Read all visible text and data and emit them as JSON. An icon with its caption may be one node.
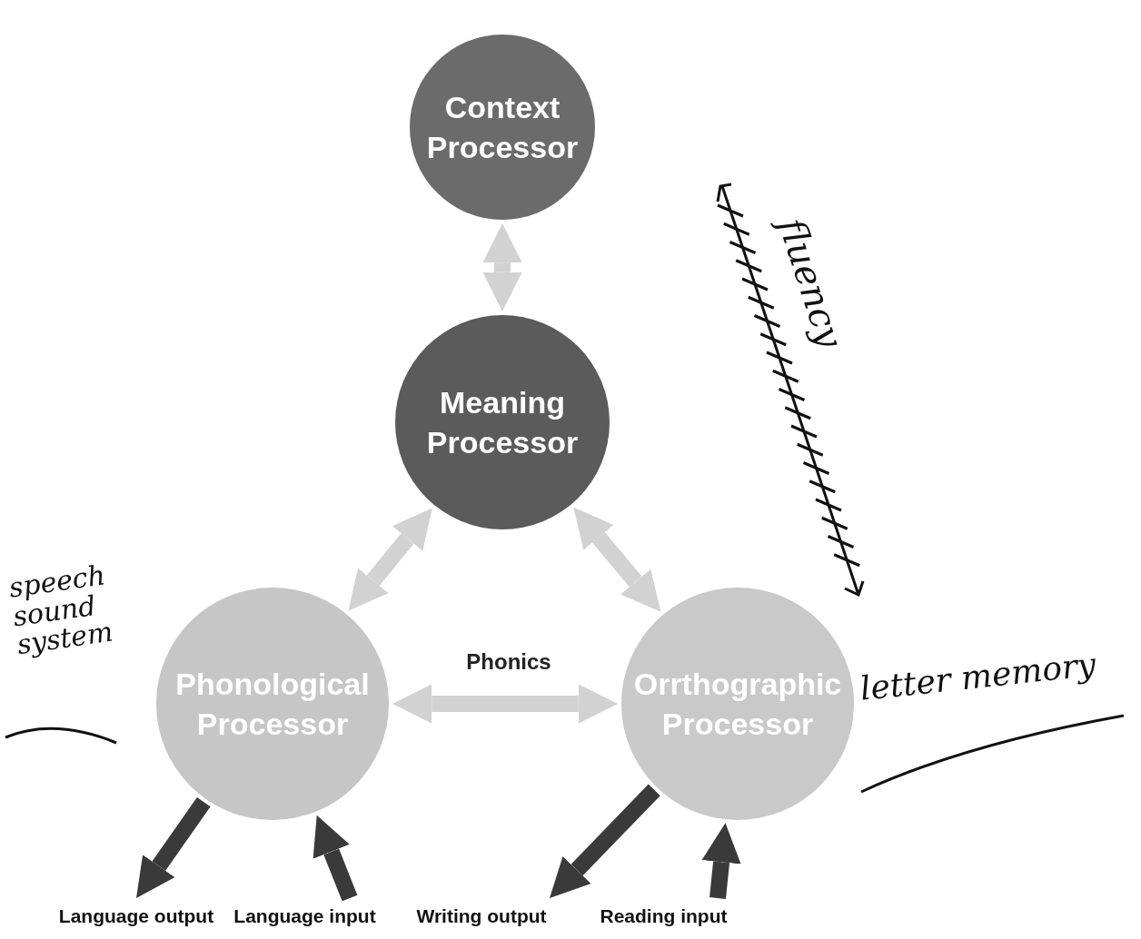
{
  "diagram": {
    "nodes": [
      {
        "text": [
          "Context Processor"
        ]
      },
      {
        "text": [
          "Meaning Processor"
        ]
      },
      {
        "text": [
          "Phonological Processor"
        ]
      },
      {
        "text": [
          "Orrthographic Processor"
        ]
      },
      {
        "text": [
          "Language output"
        ]
      },
      {
        "text": [
          "Language input"
        ]
      },
      {
        "text": [
          "Writing output"
        ]
      },
      {
        "text": [
          "Reading input"
        ]
      }
    ],
    "edges": [
      {
        "from": 0,
        "to": 1,
        "arrow": "both"
      },
      {
        "from": 1,
        "to": 2,
        "arrow": "both"
      },
      {
        "from": 1,
        "to": 3,
        "arrow": "both"
      },
      {
        "from": 2,
        "to": 3,
        "arrow": "both",
        "label": "Phonics"
      },
      {
        "from": 2,
        "to": 4,
        "arrow": "to",
        "color": "#3a3a3a"
      },
      {
        "from": 5,
        "to": 2,
        "arrow": "to",
        "color": "#3a3a3a"
      },
      {
        "from": 3,
        "to": 6,
        "arrow": "to",
        "color": "#3a3a3a"
      },
      {
        "from": 7,
        "to": 3,
        "arrow": "to",
        "color": "#3a3a3a"
      }
    ],
    "labels": [
      "fluency",
      "speech sound system",
      "letter memory"
    ]
  }
}
